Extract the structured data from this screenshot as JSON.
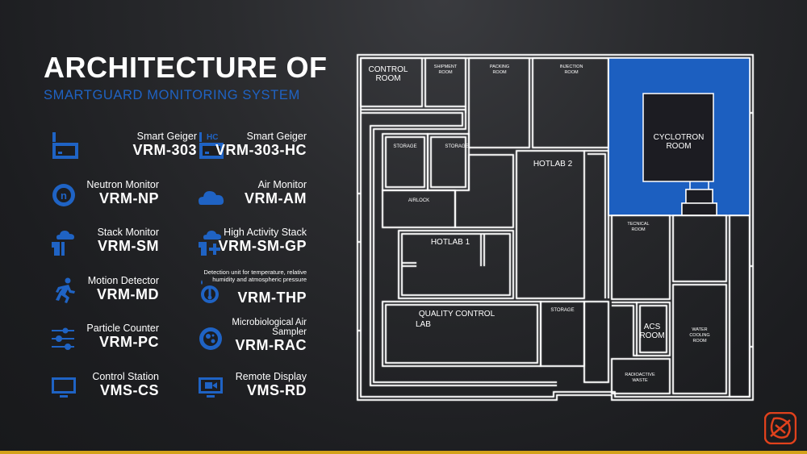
{
  "header": {
    "title": "ARCHITECTURE OF",
    "subtitle": "SMARTGUARD MONITORING SYSTEM"
  },
  "colors": {
    "accent_blue": "#1f63c4",
    "room_highlight": "#1f5fc0",
    "wall": "#ffffff",
    "bottom_bar": "#d4a21a",
    "logo": "#e0411c"
  },
  "devices": [
    {
      "name": "Smart Geiger",
      "code": "VRM-303",
      "icon": "geiger-icon"
    },
    {
      "name": "Smart Geiger",
      "code": "VRM-303-HC",
      "icon": "geiger-hc-icon",
      "badge": "HC"
    },
    {
      "name": "Neutron Monitor",
      "code": "VRM-NP",
      "icon": "neutron-icon",
      "badge": "n"
    },
    {
      "name": "Air Monitor",
      "code": "VRM-AM",
      "icon": "cloud-icon"
    },
    {
      "name": "Stack Monitor",
      "code": "VRM-SM",
      "icon": "stack-icon"
    },
    {
      "name": "High Activity Stack",
      "code": "VRM-SM-GP",
      "icon": "stack-plus-icon"
    },
    {
      "name": "Motion Detector",
      "code": "VRM-MD",
      "icon": "running-person-icon"
    },
    {
      "name": "Detection unit for temperature, relative humidity and atmospheric pressure",
      "code": "VRM-THP",
      "icon": "thermometer-icon"
    },
    {
      "name": "Particle Counter",
      "code": "VRM-PC",
      "icon": "particle-counter-icon"
    },
    {
      "name": "Microbiological Air Sampler",
      "code": "VRM-RAC",
      "icon": "air-sampler-icon"
    },
    {
      "name": "Control Station",
      "code": "VMS-CS",
      "icon": "monitor-icon"
    },
    {
      "name": "Remote Display",
      "code": "VMS-RD",
      "icon": "camera-monitor-icon"
    }
  ],
  "rooms": {
    "control_room": [
      "CONTROL",
      "ROOM"
    ],
    "shipment_room": [
      "SHIPMENT",
      "ROOM"
    ],
    "packing_room": [
      "PACKING",
      "ROOM"
    ],
    "injection_room": [
      "INJECTION",
      "ROOM"
    ],
    "cyclotron_room": [
      "CYCLOTRON",
      "ROOM"
    ],
    "storage_1": "STORAGE",
    "storage_2": "STORAGE",
    "airlock": "AIRLOCK",
    "hotlab_2": "HOTLAB 2",
    "hotlab_1": "HOTLAB 1",
    "tecnical_room": [
      "TECNICAL",
      "ROOM"
    ],
    "quality_control_lab": [
      "QUALITY CONTROL",
      "LAB"
    ],
    "storage_3": "STORAGE",
    "acs_room": [
      "ACS",
      "ROOM"
    ],
    "water_cooling_room": [
      "WATER",
      "COOLING",
      "ROOM"
    ],
    "radioactive_waste": [
      "RADIOACTIVE",
      "WASTE"
    ]
  }
}
